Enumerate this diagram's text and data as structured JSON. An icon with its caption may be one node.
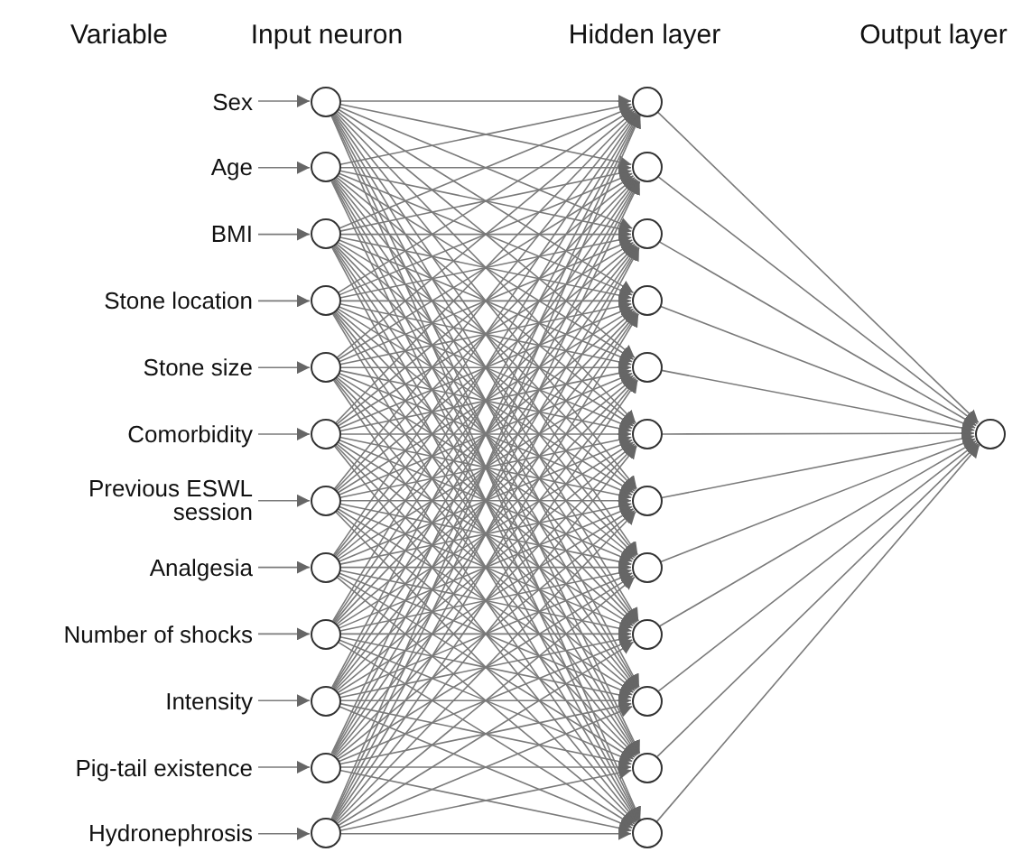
{
  "diagram": {
    "nodes": [
      {
        "text": [
          "Sex"
        ]
      },
      {
        "text": [
          "Age"
        ]
      },
      {
        "text": [
          "BMI"
        ]
      },
      {
        "text": [
          "Stone location"
        ]
      },
      {
        "text": [
          "Stone size"
        ]
      },
      {
        "text": [
          "Comorbidity"
        ]
      },
      {
        "text": [
          "Previous ESWL session"
        ]
      },
      {
        "text": [
          "Analgesia"
        ]
      },
      {
        "text": [
          "Number of shocks"
        ]
      },
      {
        "text": [
          "Intensity"
        ]
      },
      {
        "text": [
          "Pig-tail existence"
        ]
      },
      {
        "text": [
          "Hydronephrosis"
        ]
      },
      {
        "text": [],
        "shape": "circle"
      },
      {
        "text": [],
        "shape": "circle"
      },
      {
        "text": [],
        "shape": "circle"
      },
      {
        "text": [],
        "shape": "circle"
      },
      {
        "text": [],
        "shape": "circle"
      },
      {
        "text": [],
        "shape": "circle"
      },
      {
        "text": [],
        "shape": "circle"
      },
      {
        "text": [],
        "shape": "circle"
      },
      {
        "text": [],
        "shape": "circle"
      },
      {
        "text": [],
        "shape": "circle"
      },
      {
        "text": [],
        "shape": "circle"
      },
      {
        "text": [],
        "shape": "circle"
      },
      {
        "text": [],
        "shape": "circle"
      },
      {
        "text": [],
        "shape": "circle"
      },
      {
        "text": [],
        "shape": "circle"
      },
      {
        "text": [],
        "shape": "circle"
      },
      {
        "text": [],
        "shape": "circle"
      },
      {
        "text": [],
        "shape": "circle"
      },
      {
        "text": [],
        "shape": "circle"
      },
      {
        "text": [],
        "shape": "circle"
      },
      {
        "text": [],
        "shape": "circle"
      },
      {
        "text": [],
        "shape": "circle"
      },
      {
        "text": [],
        "shape": "circle"
      },
      {
        "text": [],
        "shape": "circle"
      },
      {
        "text": [],
        "shape": "circle"
      }
    ],
    "edges": [
      {
        "from": 0,
        "to": 12,
        "arrow": "to"
      },
      {
        "from": 1,
        "to": 13,
        "arrow": "to"
      },
      {
        "from": 2,
        "to": 14,
        "arrow": "to"
      },
      {
        "from": 3,
        "to": 15,
        "arrow": "to"
      },
      {
        "from": 4,
        "to": 16,
        "arrow": "to"
      },
      {
        "from": 5,
        "to": 17,
        "arrow": "to"
      },
      {
        "from": 6,
        "to": 18,
        "arrow": "to"
      },
      {
        "from": 7,
        "to": 19,
        "arrow": "to"
      },
      {
        "from": 8,
        "to": 20,
        "arrow": "to"
      },
      {
        "from": 9,
        "to": 21,
        "arrow": "to"
      },
      {
        "from": 10,
        "to": 22,
        "arrow": "to"
      },
      {
        "from": 11,
        "to": 23,
        "arrow": "to"
      },
      {
        "from": 12,
        "to": 24,
        "arrow": "to"
      },
      {
        "from": 12,
        "to": 25,
        "arrow": "to"
      },
      {
        "from": 12,
        "to": 26,
        "arrow": "to"
      },
      {
        "from": 12,
        "to": 27,
        "arrow": "to"
      },
      {
        "from": 12,
        "to": 28,
        "arrow": "to"
      },
      {
        "from": 12,
        "to": 29,
        "arrow": "to"
      },
      {
        "from": 12,
        "to": 30,
        "arrow": "to"
      },
      {
        "from": 12,
        "to": 31,
        "arrow": "to"
      },
      {
        "from": 12,
        "to": 32,
        "arrow": "to"
      },
      {
        "from": 12,
        "to": 33,
        "arrow": "to"
      },
      {
        "from": 12,
        "to": 34,
        "arrow": "to"
      },
      {
        "from": 12,
        "to": 35,
        "arrow": "to"
      },
      {
        "from": 13,
        "to": 24,
        "arrow": "to"
      },
      {
        "from": 13,
        "to": 25,
        "arrow": "to"
      },
      {
        "from": 13,
        "to": 26,
        "arrow": "to"
      },
      {
        "from": 13,
        "to": 27,
        "arrow": "to"
      },
      {
        "from": 13,
        "to": 28,
        "arrow": "to"
      },
      {
        "from": 13,
        "to": 29,
        "arrow": "to"
      },
      {
        "from": 13,
        "to": 30,
        "arrow": "to"
      },
      {
        "from": 13,
        "to": 31,
        "arrow": "to"
      },
      {
        "from": 13,
        "to": 32,
        "arrow": "to"
      },
      {
        "from": 13,
        "to": 33,
        "arrow": "to"
      },
      {
        "from": 13,
        "to": 34,
        "arrow": "to"
      },
      {
        "from": 13,
        "to": 35,
        "arrow": "to"
      },
      {
        "from": 14,
        "to": 24,
        "arrow": "to"
      },
      {
        "from": 14,
        "to": 25,
        "arrow": "to"
      },
      {
        "from": 14,
        "to": 26,
        "arrow": "to"
      },
      {
        "from": 14,
        "to": 27,
        "arrow": "to"
      },
      {
        "from": 14,
        "to": 28,
        "arrow": "to"
      },
      {
        "from": 14,
        "to": 29,
        "arrow": "to"
      },
      {
        "from": 14,
        "to": 30,
        "arrow": "to"
      },
      {
        "from": 14,
        "to": 31,
        "arrow": "to"
      },
      {
        "from": 14,
        "to": 32,
        "arrow": "to"
      },
      {
        "from": 14,
        "to": 33,
        "arrow": "to"
      },
      {
        "from": 14,
        "to": 34,
        "arrow": "to"
      },
      {
        "from": 14,
        "to": 35,
        "arrow": "to"
      },
      {
        "from": 15,
        "to": 24,
        "arrow": "to"
      },
      {
        "from": 15,
        "to": 25,
        "arrow": "to"
      },
      {
        "from": 15,
        "to": 26,
        "arrow": "to"
      },
      {
        "from": 15,
        "to": 27,
        "arrow": "to"
      },
      {
        "from": 15,
        "to": 28,
        "arrow": "to"
      },
      {
        "from": 15,
        "to": 29,
        "arrow": "to"
      },
      {
        "from": 15,
        "to": 30,
        "arrow": "to"
      },
      {
        "from": 15,
        "to": 31,
        "arrow": "to"
      },
      {
        "from": 15,
        "to": 32,
        "arrow": "to"
      },
      {
        "from": 15,
        "to": 33,
        "arrow": "to"
      },
      {
        "from": 15,
        "to": 34,
        "arrow": "to"
      },
      {
        "from": 15,
        "to": 35,
        "arrow": "to"
      },
      {
        "from": 16,
        "to": 24,
        "arrow": "to"
      },
      {
        "from": 16,
        "to": 25,
        "arrow": "to"
      },
      {
        "from": 16,
        "to": 26,
        "arrow": "to"
      },
      {
        "from": 16,
        "to": 27,
        "arrow": "to"
      },
      {
        "from": 16,
        "to": 28,
        "arrow": "to"
      },
      {
        "from": 16,
        "to": 29,
        "arrow": "to"
      },
      {
        "from": 16,
        "to": 30,
        "arrow": "to"
      },
      {
        "from": 16,
        "to": 31,
        "arrow": "to"
      },
      {
        "from": 16,
        "to": 32,
        "arrow": "to"
      },
      {
        "from": 16,
        "to": 33,
        "arrow": "to"
      },
      {
        "from": 16,
        "to": 34,
        "arrow": "to"
      },
      {
        "from": 16,
        "to": 35,
        "arrow": "to"
      },
      {
        "from": 17,
        "to": 24,
        "arrow": "to"
      },
      {
        "from": 17,
        "to": 25,
        "arrow": "to"
      },
      {
        "from": 17,
        "to": 26,
        "arrow": "to"
      },
      {
        "from": 17,
        "to": 27,
        "arrow": "to"
      },
      {
        "from": 17,
        "to": 28,
        "arrow": "to"
      },
      {
        "from": 17,
        "to": 29,
        "arrow": "to"
      },
      {
        "from": 17,
        "to": 30,
        "arrow": "to"
      },
      {
        "from": 17,
        "to": 31,
        "arrow": "to"
      },
      {
        "from": 17,
        "to": 32,
        "arrow": "to"
      },
      {
        "from": 17,
        "to": 33,
        "arrow": "to"
      },
      {
        "from": 17,
        "to": 34,
        "arrow": "to"
      },
      {
        "from": 17,
        "to": 35,
        "arrow": "to"
      },
      {
        "from": 18,
        "to": 24,
        "arrow": "to"
      },
      {
        "from": 18,
        "to": 25,
        "arrow": "to"
      },
      {
        "from": 18,
        "to": 26,
        "arrow": "to"
      },
      {
        "from": 18,
        "to": 27,
        "arrow": "to"
      },
      {
        "from": 18,
        "to": 28,
        "arrow": "to"
      },
      {
        "from": 18,
        "to": 29,
        "arrow": "to"
      },
      {
        "from": 18,
        "to": 30,
        "arrow": "to"
      },
      {
        "from": 18,
        "to": 31,
        "arrow": "to"
      },
      {
        "from": 18,
        "to": 32,
        "arrow": "to"
      },
      {
        "from": 18,
        "to": 33,
        "arrow": "to"
      },
      {
        "from": 18,
        "to": 34,
        "arrow": "to"
      },
      {
        "from": 18,
        "to": 35,
        "arrow": "to"
      },
      {
        "from": 19,
        "to": 24,
        "arrow": "to"
      },
      {
        "from": 19,
        "to": 25,
        "arrow": "to"
      },
      {
        "from": 19,
        "to": 26,
        "arrow": "to"
      },
      {
        "from": 19,
        "to": 27,
        "arrow": "to"
      },
      {
        "from": 19,
        "to": 28,
        "arrow": "to"
      },
      {
        "from": 19,
        "to": 29,
        "arrow": "to"
      },
      {
        "from": 19,
        "to": 30,
        "arrow": "to"
      },
      {
        "from": 19,
        "to": 31,
        "arrow": "to"
      },
      {
        "from": 19,
        "to": 32,
        "arrow": "to"
      },
      {
        "from": 19,
        "to": 33,
        "arrow": "to"
      },
      {
        "from": 19,
        "to": 34,
        "arrow": "to"
      },
      {
        "from": 19,
        "to": 35,
        "arrow": "to"
      },
      {
        "from": 20,
        "to": 24,
        "arrow": "to"
      },
      {
        "from": 20,
        "to": 25,
        "arrow": "to"
      },
      {
        "from": 20,
        "to": 26,
        "arrow": "to"
      },
      {
        "from": 20,
        "to": 27,
        "arrow": "to"
      },
      {
        "from": 20,
        "to": 28,
        "arrow": "to"
      },
      {
        "from": 20,
        "to": 29,
        "arrow": "to"
      },
      {
        "from": 20,
        "to": 30,
        "arrow": "to"
      },
      {
        "from": 20,
        "to": 31,
        "arrow": "to"
      },
      {
        "from": 20,
        "to": 32,
        "arrow": "to"
      },
      {
        "from": 20,
        "to": 33,
        "arrow": "to"
      },
      {
        "from": 20,
        "to": 34,
        "arrow": "to"
      },
      {
        "from": 20,
        "to": 35,
        "arrow": "to"
      },
      {
        "from": 21,
        "to": 24,
        "arrow": "to"
      },
      {
        "from": 21,
        "to": 25,
        "arrow": "to"
      },
      {
        "from": 21,
        "to": 26,
        "arrow": "to"
      },
      {
        "from": 21,
        "to": 27,
        "arrow": "to"
      },
      {
        "from": 21,
        "to": 28,
        "arrow": "to"
      },
      {
        "from": 21,
        "to": 29,
        "arrow": "to"
      },
      {
        "from": 21,
        "to": 30,
        "arrow": "to"
      },
      {
        "from": 21,
        "to": 31,
        "arrow": "to"
      },
      {
        "from": 21,
        "to": 32,
        "arrow": "to"
      },
      {
        "from": 21,
        "to": 33,
        "arrow": "to"
      },
      {
        "from": 21,
        "to": 34,
        "arrow": "to"
      },
      {
        "from": 21,
        "to": 35,
        "arrow": "to"
      },
      {
        "from": 22,
        "to": 24,
        "arrow": "to"
      },
      {
        "from": 22,
        "to": 25,
        "arrow": "to"
      },
      {
        "from": 22,
        "to": 26,
        "arrow": "to"
      },
      {
        "from": 22,
        "to": 27,
        "arrow": "to"
      },
      {
        "from": 22,
        "to": 28,
        "arrow": "to"
      },
      {
        "from": 22,
        "to": 29,
        "arrow": "to"
      },
      {
        "from": 22,
        "to": 30,
        "arrow": "to"
      },
      {
        "from": 22,
        "to": 31,
        "arrow": "to"
      },
      {
        "from": 22,
        "to": 32,
        "arrow": "to"
      },
      {
        "from": 22,
        "to": 33,
        "arrow": "to"
      },
      {
        "from": 22,
        "to": 34,
        "arrow": "to"
      },
      {
        "from": 22,
        "to": 35,
        "arrow": "to"
      },
      {
        "from": 23,
        "to": 24,
        "arrow": "to"
      },
      {
        "from": 23,
        "to": 25,
        "arrow": "to"
      },
      {
        "from": 23,
        "to": 26,
        "arrow": "to"
      },
      {
        "from": 23,
        "to": 27,
        "arrow": "to"
      },
      {
        "from": 23,
        "to": 28,
        "arrow": "to"
      },
      {
        "from": 23,
        "to": 29,
        "arrow": "to"
      },
      {
        "from": 23,
        "to": 30,
        "arrow": "to"
      },
      {
        "from": 23,
        "to": 31,
        "arrow": "to"
      },
      {
        "from": 23,
        "to": 32,
        "arrow": "to"
      },
      {
        "from": 23,
        "to": 33,
        "arrow": "to"
      },
      {
        "from": 23,
        "to": 34,
        "arrow": "to"
      },
      {
        "from": 23,
        "to": 35,
        "arrow": "to"
      },
      {
        "from": 24,
        "to": 36,
        "arrow": "to"
      },
      {
        "from": 25,
        "to": 36,
        "arrow": "to"
      },
      {
        "from": 26,
        "to": 36,
        "arrow": "to"
      },
      {
        "from": 27,
        "to": 36,
        "arrow": "to"
      },
      {
        "from": 28,
        "to": 36,
        "arrow": "to"
      },
      {
        "from": 29,
        "to": 36,
        "arrow": "to"
      },
      {
        "from": 30,
        "to": 36,
        "arrow": "to"
      },
      {
        "from": 31,
        "to": 36,
        "arrow": "to"
      },
      {
        "from": 32,
        "to": 36,
        "arrow": "to"
      },
      {
        "from": 33,
        "to": 36,
        "arrow": "to"
      },
      {
        "from": 34,
        "to": 36,
        "arrow": "to"
      },
      {
        "from": 35,
        "to": 36,
        "arrow": "to"
      }
    ],
    "labels": [
      "Variable",
      "Input neuron",
      "Hidden layer",
      "Output layer"
    ]
  }
}
